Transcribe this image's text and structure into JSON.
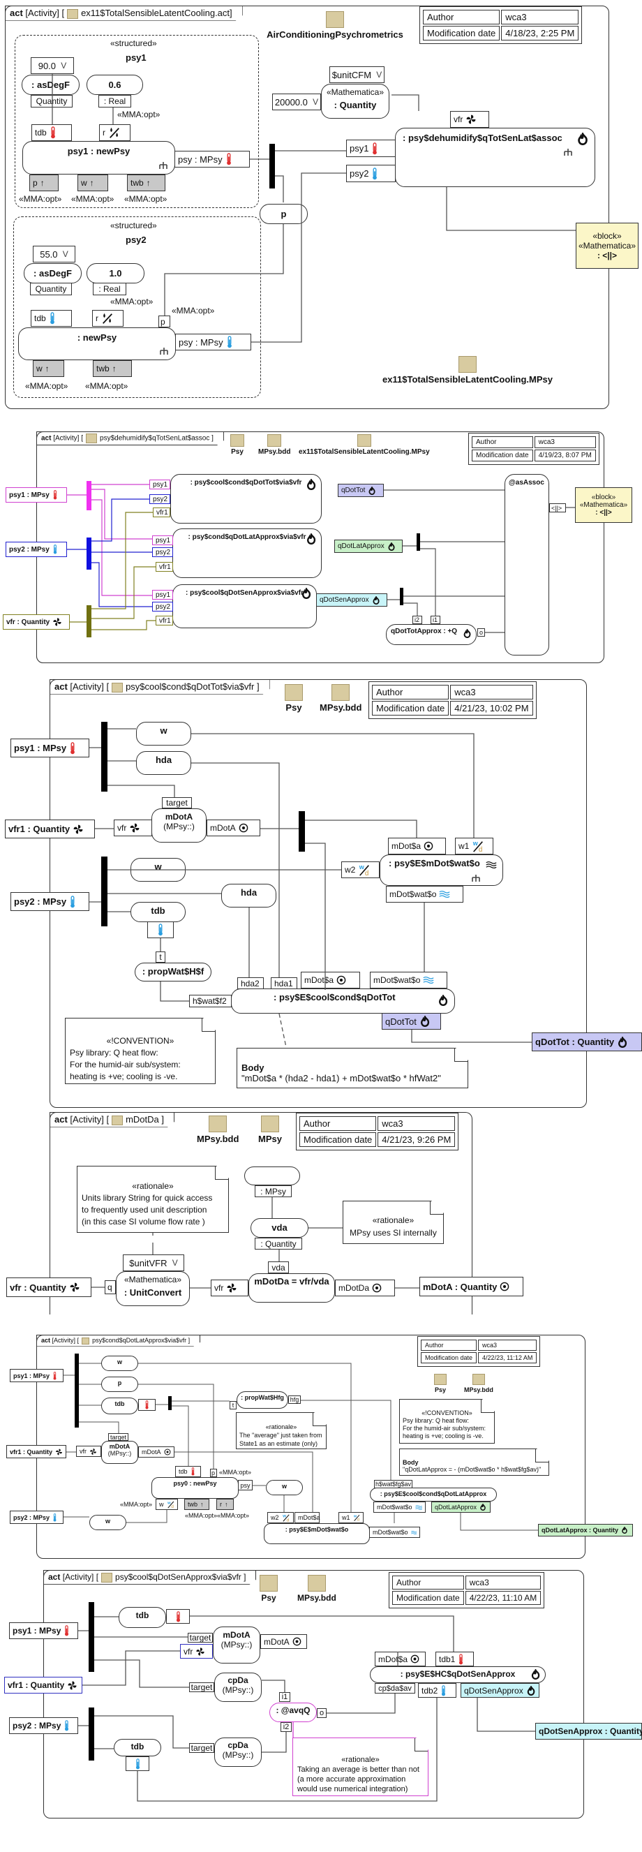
{
  "diagrams": [
    {
      "header": {
        "kind": "act",
        "type": "[Activity]",
        "name": "ex11$TotalSensibleLatentCooling.act]"
      },
      "package_label": "AirConditioningPsychrometrics",
      "bottom_package_label": "ex11$TotalSensibleLatentCooling.MPsy",
      "author_label": "Author",
      "author": "wca3",
      "mod_label": "Modification date",
      "mod_date": "4/18/23, 2:25 PM",
      "psy1": {
        "stereotype": "«structured»",
        "title": "psy1",
        "value": "90.0",
        "as_deg": ": asDegF",
        "qty": "Quantity",
        "real_val": "0.6",
        "real_type": ": Real",
        "mma": "«MMA:opt»",
        "tdb": "tdb",
        "r": "r",
        "call": "psy1 : newPsy",
        "out": "psy : MPsy",
        "p": "p",
        "w": "w",
        "twb": "twb"
      },
      "psy2": {
        "stereotype": "«structured»",
        "title": "psy2",
        "value": "55.0",
        "as_deg": ": asDegF",
        "qty": "Quantity",
        "real_val": "1.0",
        "real_type": ": Real",
        "mma": "«MMA:opt»",
        "tdb": "tdb",
        "r": "r",
        "p": "p",
        "call": ": newPsy",
        "out": "psy : MPsy",
        "w": "w",
        "twb": "twb"
      },
      "cfm_unit": "$unitCFM",
      "cfm_value": "20000.0",
      "math_stereo": "«Mathematica»",
      "math_type": ": Quantity",
      "p_node": "p",
      "assoc": {
        "title": ": psy$dehumidify$qTotSenLat$assoc",
        "vfr": "vfr",
        "psy1": "psy1",
        "psy2": "psy2"
      },
      "block": {
        "s1": "«block»",
        "s2": "«Mathematica»",
        "name": ": <||>"
      }
    },
    {
      "header": {
        "kind": "act",
        "type": "[Activity]",
        "name": "psy$dehumidify$qTotSenLat$assoc ]"
      },
      "pkgs": [
        "Psy",
        "MPsy.bdd",
        "ex11$TotalSensibleLatentCooling.MPsy"
      ],
      "author_label": "Author",
      "author": "wca3",
      "mod_label": "Modification date",
      "mod_date": "4/19/23, 8:07 PM",
      "params": [
        "psy1 : MPsy",
        "psy2 : MPsy",
        "vfr : Quantity"
      ],
      "calls": [
        ": psy$cool$cond$qDotTot$via$vfr",
        ": psy$cond$qDotLatApprox$via$vfr",
        ": psy$cool$qDotSenApprox$via$vfr"
      ],
      "pins": [
        "psy1",
        "psy2",
        "vfr1"
      ],
      "outs": [
        "qDotTot",
        "qDotLatApprox",
        "qDotSenApprox"
      ],
      "assoc": "@asAssoc",
      "assoc_pin": "<||>",
      "approx": "qDotTotApprox : +Q",
      "i1": "i1",
      "i2": "i2",
      "o": "o",
      "block": {
        "s1": "«block»",
        "s2": "«Mathematica»",
        "name": ": <||>"
      }
    },
    {
      "header": {
        "kind": "act",
        "type": "[Activity]",
        "name": "psy$cool$cond$qDotTot$via$vfr ]"
      },
      "pkgs": [
        "Psy",
        "MPsy.bdd"
      ],
      "author_label": "Author",
      "author": "wca3",
      "mod_label": "Modification date",
      "mod_date": "4/21/23, 10:02 PM",
      "params": [
        "psy1 : MPsy",
        "vfr1 : Quantity",
        "psy2 : MPsy"
      ],
      "w": "w",
      "hda": "hda",
      "tdb": "tdb",
      "target": "target",
      "mdota": "mDotA",
      "mpsy": "(MPsy::)",
      "vfr": "vfr",
      "mdota_out": "mDotA",
      "prop": ": propWat$H$f",
      "t": "t",
      "wat": ": psy$E$mDot$wat$o",
      "mdot_a": "mDot$a",
      "w1": "w1",
      "w2": "w2",
      "mdot_wat": "mDot$wat$o",
      "cond": ": psy$E$cool$cond$qDotTot",
      "hda2": "hda2",
      "hda1": "hda1",
      "hfwat": "h$wat$f2",
      "qdot": "qDotTot",
      "result": "qDotTot : Quantity",
      "conv": {
        "s": "«!CONVENTION»",
        "l1": "Psy library: Q heat flow:",
        "l2": "For the humid-air sub/system:",
        "l3": "heating is +ve; cooling is -ve."
      },
      "body": {
        "t": "Body",
        "e": "\"mDot$a * (hda2 - hda1) + mDot$wat$o * hfWat2\""
      }
    },
    {
      "header": {
        "kind": "act",
        "type": "[Activity]",
        "name": "mDotDa ]"
      },
      "pkgs": [
        "MPsy.bdd",
        "MPsy"
      ],
      "author_label": "Author",
      "author": "wca3",
      "mod_label": "Modification date",
      "mod_date": "4/21/23, 9:26 PM",
      "rat1": {
        "s": "«rationale»",
        "l1": "Units library String for quick access",
        "l2": "to frequently used unit description",
        "l3": "(in this case SI volume flow rate )"
      },
      "rat2": {
        "s": "«rationale»",
        "l1": "MPsy uses SI internally"
      },
      "mpsy": ": MPsy",
      "vda": "vda",
      "qty": ": Quantity",
      "vda_pin": "vda",
      "param": "vfr : Quantity",
      "q": "q",
      "unit": "$unitVFR",
      "math": "«Mathematica»",
      "conv": ": UnitConvert",
      "vfr": "vfr",
      "expr": "mDotDa = vfr/vda",
      "out": "mDotDa",
      "result": "mDotA : Quantity"
    },
    {
      "header": {
        "kind": "act",
        "type": "[Activity]",
        "name": "psy$cond$qDotLatApprox$via$vfr ]"
      },
      "pkgs": [
        "Psy",
        "MPsy.bdd"
      ],
      "author_label": "Author",
      "author": "wca3",
      "mod_label": "Modification date",
      "mod_date": "4/22/23, 11:12 AM",
      "params": [
        "psy1 : MPsy",
        "vfr1 : Quantity",
        "psy2 : MPsy"
      ],
      "w": "w",
      "p": "p",
      "tdb": "tdb",
      "prop": ": propWat$Hfg",
      "t": "t",
      "hfg": "hfg",
      "rat": {
        "s": "«rationale»",
        "l1": "The \"average\" just taken from",
        "l2": "State1 as an estimate (only)"
      },
      "target": "target",
      "mdota": "mDotA",
      "mpsy": "(MPsy::)",
      "vfr": "vfr",
      "mdota_out": "mDotA",
      "psy0": "psy0 : newPsy",
      "psy": "psy",
      "twb": "twb",
      "r": "r",
      "mma": "«MMA:opt»",
      "wat": ": psy$E$mDot$wat$o",
      "w2": "w2",
      "w1": "w1",
      "mdot_a": "mDot$a",
      "mdot_wat": "mDot$wat$o",
      "conv": {
        "s": "«!CONVENTION»",
        "l1": "Psy library: Q heat flow:",
        "l2": "For the humid-air sub/system:",
        "l3": "heating is +ve; cooling is -ve."
      },
      "body": {
        "t": "Body",
        "e": "\"qDotLatApprox = - (mDot$wat$o * h$wat$fg$av)\""
      },
      "hfgav": "h$wat$fg$av",
      "cond": ": psy$E$cool$cond$qDotLatApprox",
      "qdot": "qDotLatApprox",
      "result": "qDotLatApprox : Quantity"
    },
    {
      "header": {
        "kind": "act",
        "type": "[Activity]",
        "name": "psy$cool$qDotSenApprox$via$vfr ]"
      },
      "pkgs": [
        "Psy",
        "MPsy.bdd"
      ],
      "author_label": "Author",
      "author": "wca3",
      "mod_label": "Modification date",
      "mod_date": "4/22/23, 11:10 AM",
      "params": [
        "psy1 : MPsy",
        "vfr1 : Quantity",
        "psy2 : MPsy"
      ],
      "tdb": "tdb",
      "target": "target",
      "mdota": "mDotA",
      "cpda": "cpDa",
      "mpsy": "(MPsy::)",
      "vfr": "vfr",
      "mdota_out": "mDotA",
      "avg": ": @avqQ",
      "i1": "i1",
      "i2": "i2",
      "o": "o",
      "hc": ": psy$E$HC$qDotSenApprox",
      "mdot_a": "mDot$a",
      "tdb1": "tdb1",
      "tdb2": "tdb2",
      "cpav": "cp$da$av",
      "qdot": "qDotSenApprox",
      "result": "qDotSenApprox : Quantity",
      "rat": {
        "s": "«rationale»",
        "l1": "Taking an average is better than not",
        "l2": "(a more accurate approximation",
        "l3": "would use numerical integration)"
      }
    }
  ]
}
